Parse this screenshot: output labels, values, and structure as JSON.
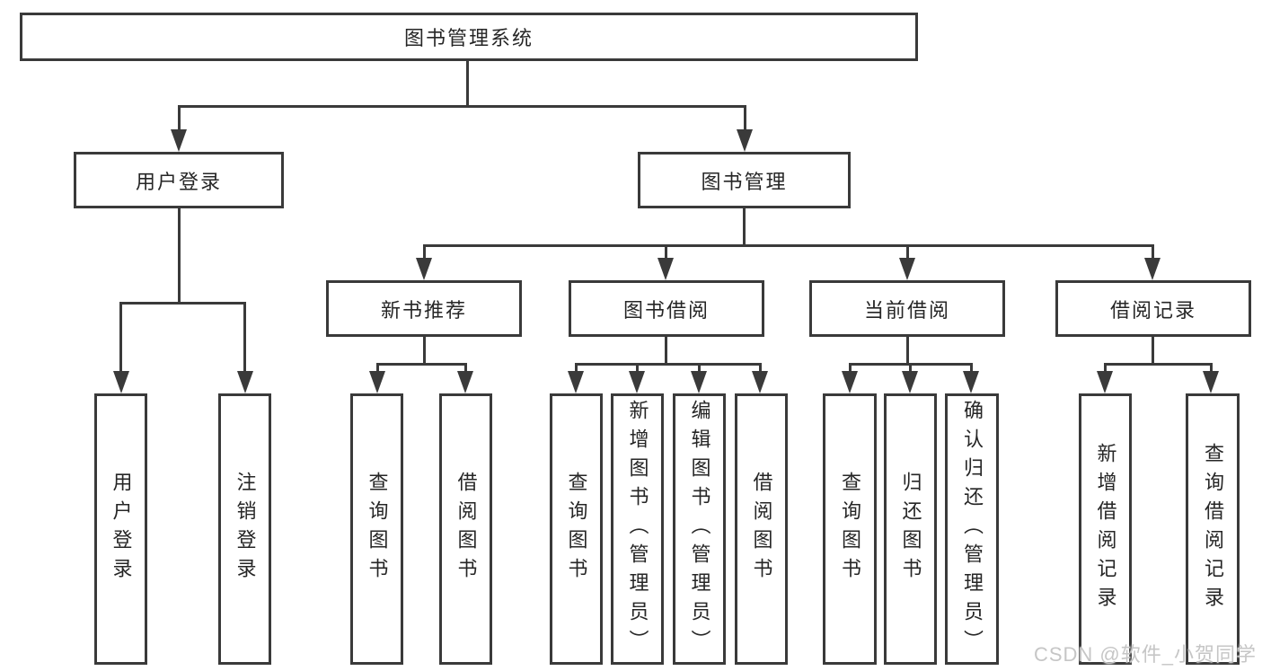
{
  "diagram": {
    "root": {
      "label": "图书管理系统"
    },
    "branches": {
      "user_login": {
        "label": "用户登录",
        "children": [
          "用户登录",
          "注销登录"
        ]
      },
      "book_mgmt": {
        "label": "图书管理"
      }
    },
    "modules": {
      "new_book": {
        "label": "新书推荐",
        "children": [
          "查询图书",
          "借阅图书"
        ]
      },
      "book_borrow": {
        "label": "图书借阅",
        "children": [
          "查询图书",
          "新增图书（管理员）",
          "编辑图书（管理员）",
          "借阅图书"
        ]
      },
      "current_borrow": {
        "label": "当前借阅",
        "children": [
          "查询图书",
          "归还图书",
          "确认归还（管理员）"
        ]
      },
      "borrow_records": {
        "label": "借阅记录",
        "children": [
          "新增借阅记录",
          "查询借阅记录"
        ]
      }
    }
  },
  "watermark": {
    "text": "CSDN @软件_小贺同学"
  },
  "colors": {
    "line": "#3a3a3a",
    "text": "#262626",
    "box_fill": "#ffffff",
    "background": "#ffffff",
    "watermark": "#c6c6c6"
  }
}
